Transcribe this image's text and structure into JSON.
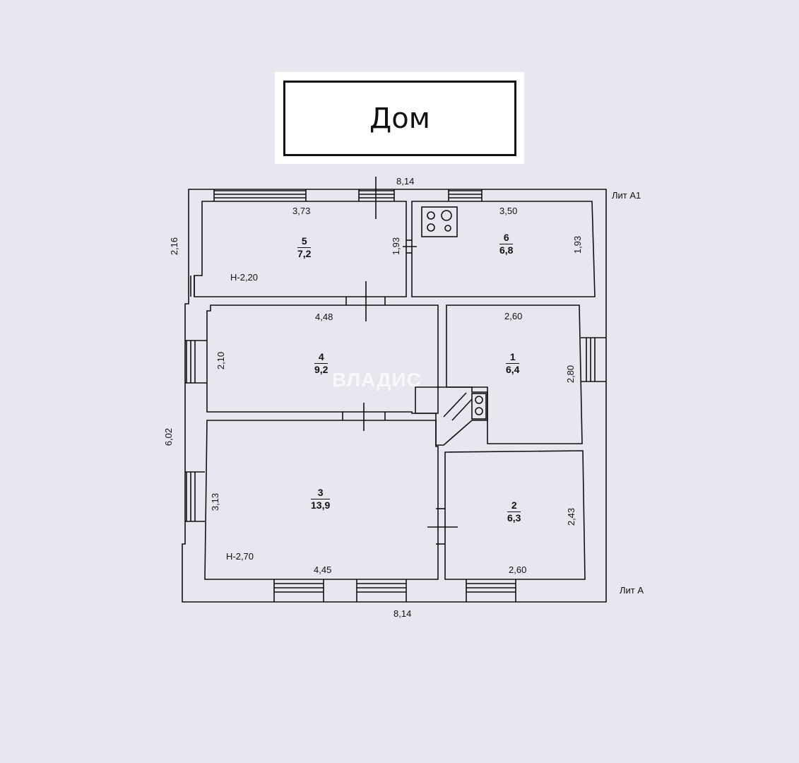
{
  "title": "Дом",
  "labels": {
    "lit_a1": "Лит А1",
    "lit_a": "Лит А",
    "watermark": "ВЛАДИС"
  },
  "dimensions": {
    "top_total": "8,14",
    "bottom_total": "8,14",
    "left_upper": "2,16",
    "left_total": "6,02",
    "room5_width": "3,73",
    "room5_height": "1,93",
    "room6_width": "3,50",
    "room6_height": "1,93",
    "room4_width": "4,48",
    "room4_height": "2,10",
    "room1_width": "2,60",
    "room1_height": "2,80",
    "room3_width": "4,45",
    "room3_height": "3,13",
    "room2_width": "2,60",
    "room2_height": "2,43",
    "height_a1": "Н-2,20",
    "height_a": "Н-2,70"
  },
  "rooms": [
    {
      "no": "5",
      "area": "7,2"
    },
    {
      "no": "6",
      "area": "6,8"
    },
    {
      "no": "4",
      "area": "9,2"
    },
    {
      "no": "1",
      "area": "6,4"
    },
    {
      "no": "3",
      "area": "13,9"
    },
    {
      "no": "2",
      "area": "6,3"
    }
  ],
  "colors": {
    "background": "#e7e7ef",
    "line": "#111111"
  }
}
